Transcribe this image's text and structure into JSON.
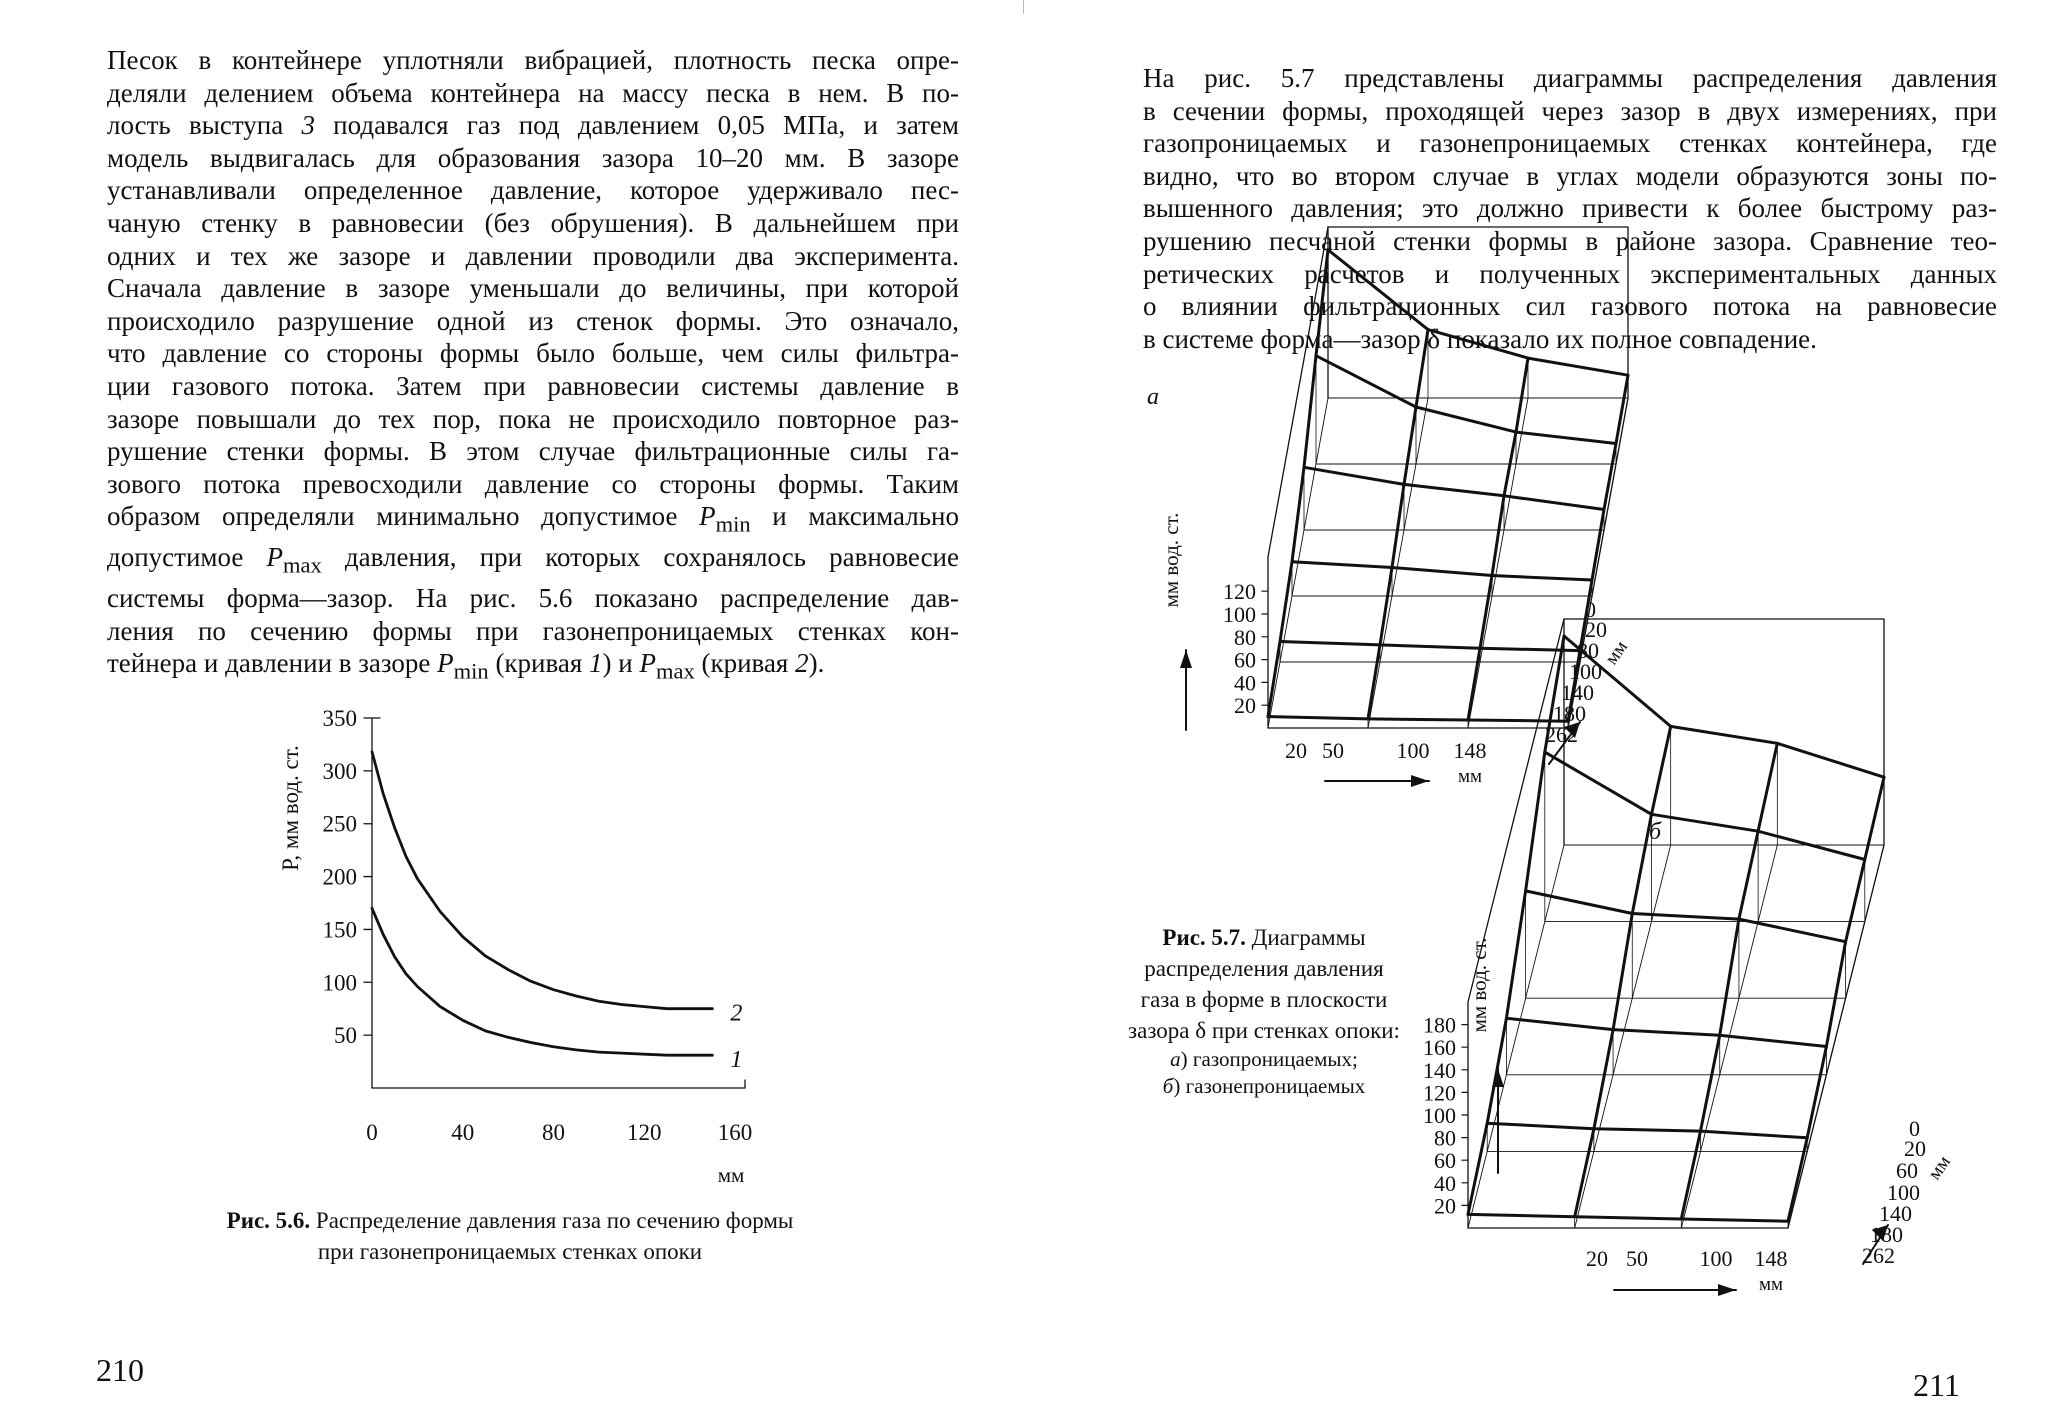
{
  "left_page": {
    "paragraph_lines": [
      "Песок в контейнере уплотняли вибрацией, плотность песка опре-",
      "деляли делением объема контейнера на массу песка в нем. В по-",
      "лость выступа <i>3</i> подавался газ под давлением 0,05 МПа, и затем",
      "модель выдвигалась для образования зазора 10–20 мм. В зазоре",
      "устанавливали определенное давление, которое удерживало пес-",
      "чаную стенку в равновесии (без обрушения). В дальнейшем при",
      "одних и тех же зазоре и давлении проводили два эксперимента.",
      "Сначала давление в зазоре уменьшали до величины, при которой",
      "происходило разрушение одной из стенок формы. Это означало,",
      "что давление со стороны формы было больше, чем силы фильтра-",
      "ции газового потока. Затем при равновесии системы давление в",
      "зазоре повышали до тех пор, пока не происходило повторное раз-",
      "рушение стенки формы. В этом случае фильтрационные силы га-",
      "зового потока превосходили давление со стороны формы. Таким",
      "образом определяли минимально допустимое <i>P</i><sub>min</sub> и максимально",
      "допустимое <i>P</i><sub>max</sub> давления, при которых сохранялось равновесие",
      "системы форма—зазор. На рис. 5.6 показано распределение дав-",
      "ления по сечению формы при газонепроницаемых стенках кон-",
      "тейнера и давлении в зазоре <i>P</i><sub>min</sub> (кривая <i>1</i>) и <i>P</i><sub>max</sub> (кривая <i>2</i>)."
    ],
    "figure_caption": {
      "label": "Рис. 5.6.",
      "text_line1": "Распределение давления газа по сечению формы",
      "text_line2": "при газонепроницаемых стенках опоки"
    },
    "page_number": "210"
  },
  "right_page": {
    "paragraph_lines": [
      "На рис. 5.7 представлены диаграммы распределения давления",
      "в сечении формы, проходящей через зазор в двух измерениях, при",
      "газопроницаемых и газонепроницаемых стенках контейнера, где",
      "видно, что во втором случае в углах модели образуются зоны по-",
      "вышенного давления; это должно привести к более быстрому раз-",
      "рушению песчаной стенки формы в районе зазора. Сравнение тео-",
      "ретических расчетов и полученных экспериментальных данных",
      "о влиянии фильтрационных сил газового потока на равновесие",
      "в системе форма—зазор δ показало их полное совпадение."
    ],
    "figure_caption": {
      "label": "Рис. 5.7.",
      "text_line1": "Диаграммы",
      "text_line2": "распределения давления",
      "text_line3": "газа в форме в плоскости",
      "text_line4": "зазора δ при стенках опоки:",
      "item_a": "<i>а</i>) газопроницаемых;",
      "item_b": "<i>б</i>) газонепроницаемых"
    },
    "page_number": "211"
  },
  "chart_data": [
    {
      "id": "fig-5-6",
      "type": "line",
      "ylabel": "P, мм вод. ст.",
      "xlabel": "мм",
      "x_ticks": [
        "0",
        "40",
        "80",
        "120",
        "160"
      ],
      "y_ticks": [
        "50",
        "100",
        "150",
        "200",
        "250",
        "300",
        "350"
      ],
      "xlim": [
        0,
        160
      ],
      "ylim": [
        0,
        350
      ],
      "grid": false,
      "series": [
        {
          "name": "1",
          "x": [
            0,
            5,
            10,
            15,
            20,
            30,
            40,
            50,
            60,
            70,
            80,
            90,
            100,
            110,
            120,
            130,
            140,
            150
          ],
          "values": [
            170,
            145,
            124,
            108,
            96,
            77,
            64,
            54,
            48,
            43,
            39,
            36,
            34,
            33,
            32,
            31,
            31,
            31
          ]
        },
        {
          "name": "2",
          "x": [
            0,
            5,
            10,
            15,
            20,
            30,
            40,
            50,
            60,
            70,
            80,
            90,
            100,
            110,
            120,
            130,
            140,
            150
          ],
          "values": [
            318,
            278,
            246,
            219,
            198,
            167,
            143,
            125,
            112,
            101,
            93,
            87,
            82,
            79,
            77,
            75,
            75,
            75
          ]
        }
      ]
    },
    {
      "id": "fig-5-7a",
      "type": "surface",
      "panel_label": "а",
      "zlabel": "мм вод. ст.",
      "z_ticks": [
        "20",
        "40",
        "60",
        "80",
        "100",
        "120"
      ],
      "x_ticks": [
        "20",
        "50",
        "100",
        "148"
      ],
      "x_unit": "мм",
      "y_ticks": [
        "0",
        "20",
        "80",
        "100",
        "140",
        "180",
        "262"
      ],
      "y_unit": "мм",
      "y_values": [
        0,
        20,
        80,
        100,
        140,
        180
      ],
      "z_grid": [
        [
          130,
          60,
          35,
          20
        ],
        [
          95,
          50,
          28,
          18
        ],
        [
          55,
          40,
          30,
          18
        ],
        [
          30,
          25,
          18,
          14
        ],
        [
          18,
          15,
          12,
          10
        ],
        [
          10,
          8,
          7,
          6
        ]
      ]
    },
    {
      "id": "fig-5-7b",
      "type": "surface",
      "panel_label": "б",
      "zlabel": "мм вод. ст.",
      "z_ticks": [
        "20",
        "40",
        "60",
        "80",
        "100",
        "120",
        "140",
        "160",
        "180"
      ],
      "x_ticks": [
        "20",
        "50",
        "100",
        "148"
      ],
      "x_unit": "мм",
      "y_ticks": [
        "0",
        "20",
        "60",
        "100",
        "140",
        "180",
        "262"
      ],
      "y_unit": "мм",
      "y_values": [
        0,
        20,
        60,
        100,
        140,
        180
      ],
      "z_grid": [
        [
          185,
          105,
          90,
          60
        ],
        [
          150,
          95,
          80,
          55
        ],
        [
          95,
          75,
          70,
          50
        ],
        [
          50,
          40,
          35,
          25
        ],
        [
          25,
          20,
          18,
          12
        ],
        [
          12,
          10,
          8,
          6
        ]
      ]
    }
  ]
}
